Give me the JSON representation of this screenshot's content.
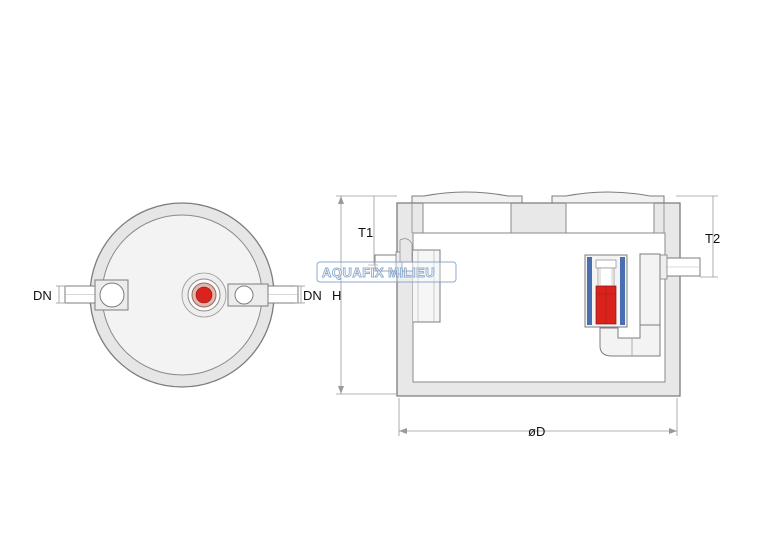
{
  "labels": {
    "dn_left": "DN",
    "dn_right": "DN",
    "height": "H",
    "t1": "T1",
    "t2": "T2",
    "diameter": "øD"
  },
  "watermark": "AQUAFIX MILIEU",
  "colors": {
    "body_fill": "#e8e8e8",
    "outline": "#7d7d7d",
    "interior": "#ffffff",
    "dimension_line": "#9a9a9a",
    "float_red": "#d9231c",
    "float_blue": "#4a6fb0",
    "watermark_stroke": "#7a9cc6"
  }
}
